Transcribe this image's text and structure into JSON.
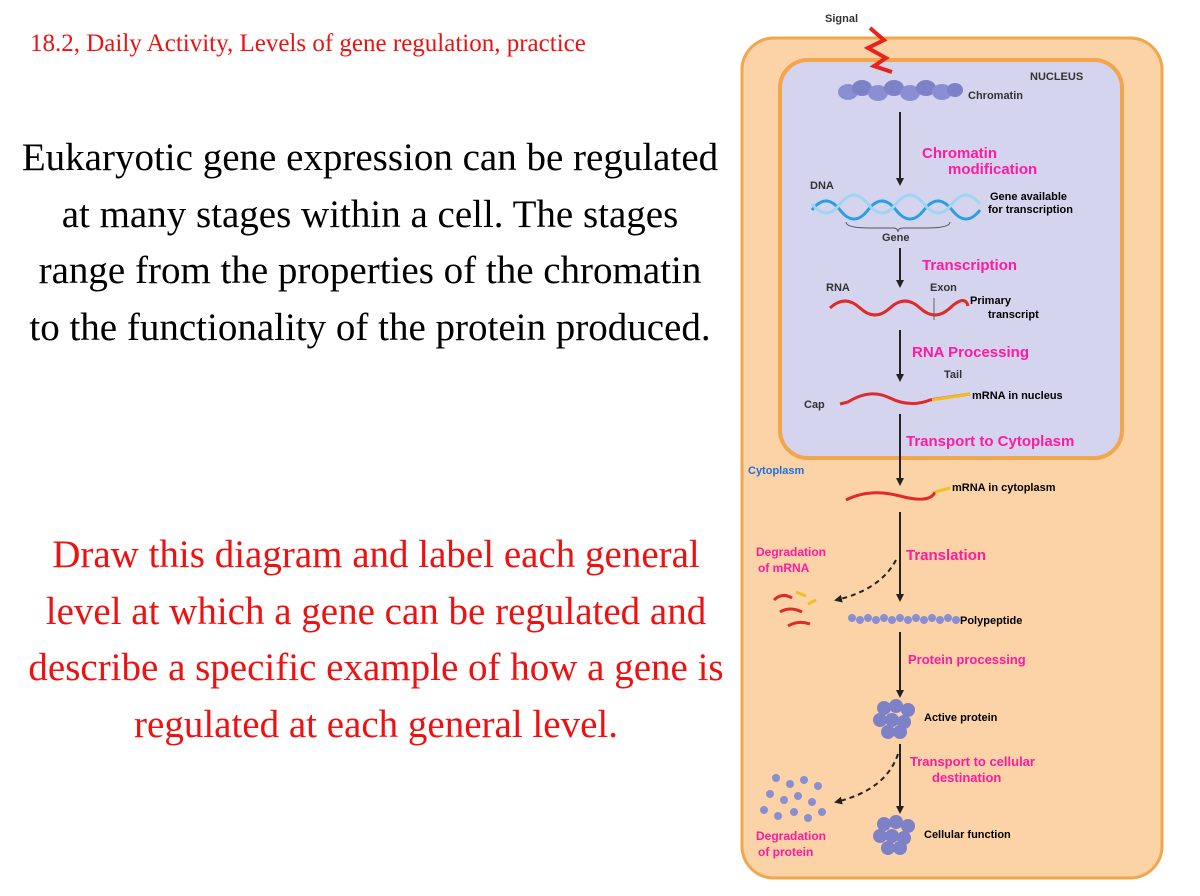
{
  "slide": {
    "header": "18.2, Daily Activity, Levels of gene regulation, practice",
    "intro": "Eukaryotic gene expression can be regulated at many stages within a cell. The stages range from the properties of the chromatin to the functionality of the protein produced.",
    "instructions": "Draw this diagram and label each general level at which a gene can be regulated and describe a specific example of how a gene is regulated at each general level."
  },
  "diagram": {
    "labels": {
      "signal": "Signal",
      "nucleus": "NUCLEUS",
      "chromatin": "Chromatin",
      "dna": "DNA",
      "gene": "Gene",
      "rna": "RNA",
      "exon": "Exon",
      "tail": "Tail",
      "cap": "Cap",
      "cytoplasm": "Cytoplasm"
    },
    "handwritten": {
      "chromatin_mod_1": "Chromatin",
      "chromatin_mod_2": "modification",
      "transcription": "Transcription",
      "rna_processing": "RNA Processing",
      "transport_cytoplasm": "Transport to Cytoplasm",
      "translation": "Translation",
      "degradation_mrna_1": "Degradation",
      "degradation_mrna_2": "of mRNA",
      "protein_processing": "Protein processing",
      "transport_dest_1": "Transport to cellular",
      "transport_dest_2": "destination",
      "degradation_protein_1": "Degradation",
      "degradation_protein_2": "of protein"
    },
    "notes": {
      "gene_available_1": "Gene available",
      "gene_available_2": "for transcription",
      "primary_1": "Primary",
      "primary_2": "transcript",
      "mrna_nucleus": "mRNA in nucleus",
      "mrna_cytoplasm": "mRNA in cytoplasm",
      "polypeptide": "Polypeptide",
      "active_protein": "Active protein",
      "cellular_function": "Cellular function"
    },
    "colors": {
      "cell": "#fbd3a6",
      "cell_border": "#f2a64b",
      "nucleus": "#d4d4ee",
      "handwritten": "#ff1aa0",
      "signal": "#e8231b",
      "dna": "#2a9fe0",
      "rna": "#e02a2a",
      "protein": "#8a8fd4",
      "cytoplasm_label": "#1f6fe0"
    }
  }
}
